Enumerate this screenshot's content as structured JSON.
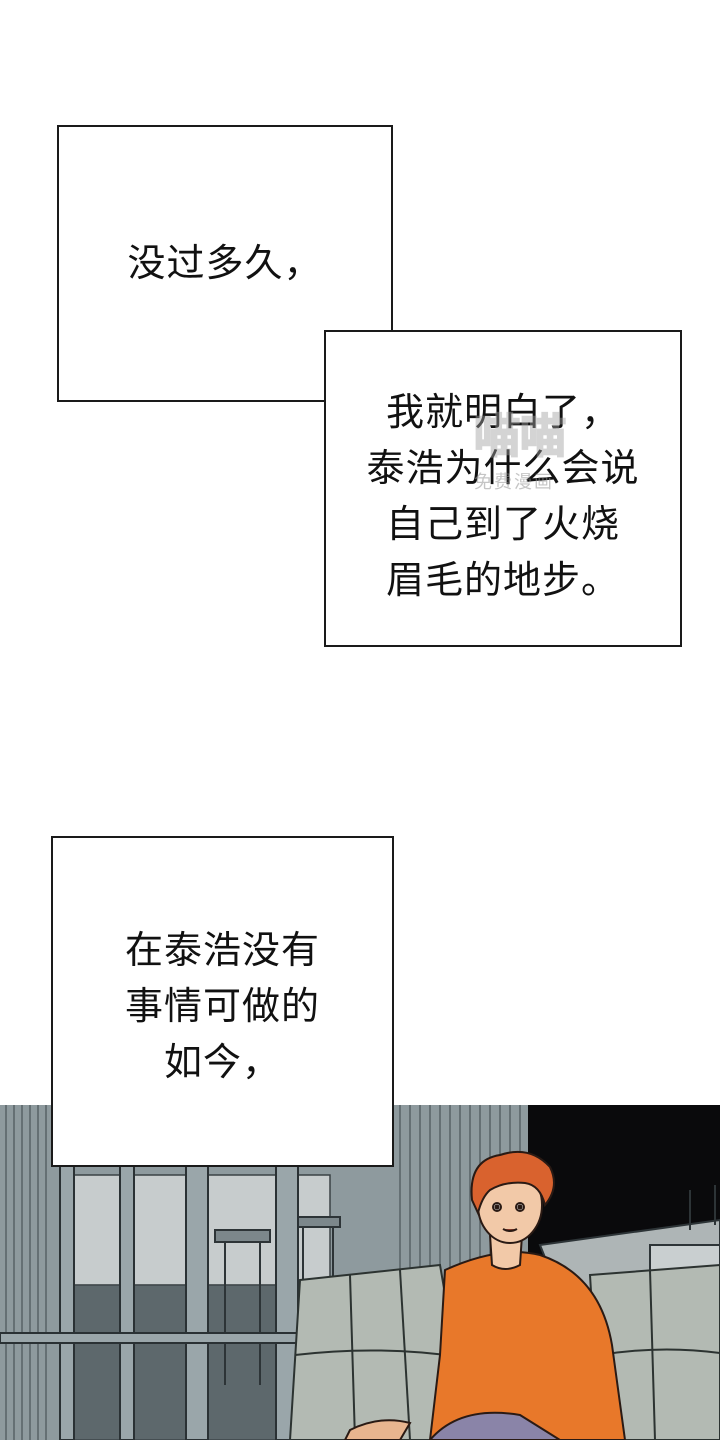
{
  "panels": {
    "caption1": "没过多久，",
    "caption2": "我就明白了，\n泰浩为什么会说\n自己到了火烧\n眉毛的地步。",
    "caption3": "在泰浩没有\n事情可做的\n如今，"
  },
  "watermark": {
    "text": "免费漫画"
  },
  "colors": {
    "shirt": "#e8782a",
    "hair": "#d9622e",
    "dark_bg": "#0a0a0c",
    "blind": "#8f9ba0",
    "sofa": "#b3bab3"
  }
}
